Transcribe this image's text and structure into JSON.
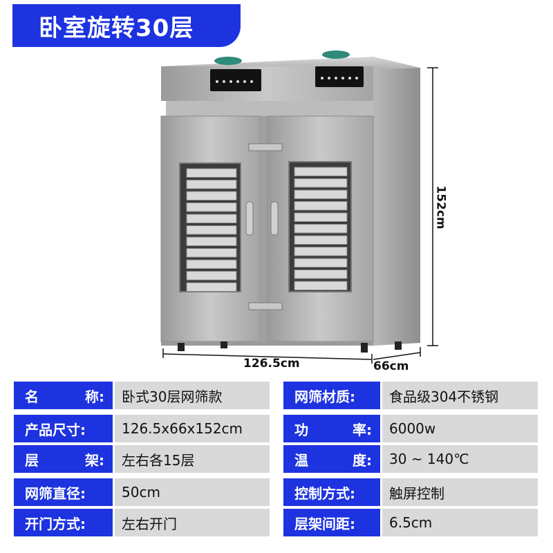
{
  "title": "卧室旋转30层",
  "dimensions": {
    "width": "126.5cm",
    "depth": "66cm",
    "height": "152cm"
  },
  "colors": {
    "accent": "#1d33e0",
    "value_bg": "#d9d9d9"
  },
  "specs_left": [
    {
      "label_a": "名",
      "label_b": "称:",
      "value": "卧式30层网筛款"
    },
    {
      "label": "产品尺寸:",
      "value": "126.5x66x152cm"
    },
    {
      "label_a": "层",
      "label_b": "架:",
      "value": "左右各15层"
    },
    {
      "label": "网筛直径:",
      "value": "50cm"
    },
    {
      "label": "开门方式:",
      "value": "左右开门"
    }
  ],
  "specs_right": [
    {
      "label": "网筛材质:",
      "value": "食品级304不锈钢"
    },
    {
      "label_a": "功",
      "label_b": "率:",
      "value": "6000w"
    },
    {
      "label_a": "温",
      "label_b": "度:",
      "value": "30 ~ 140℃"
    },
    {
      "label": "控制方式:",
      "value": "触屏控制"
    },
    {
      "label": "层架间距:",
      "value": "6.5cm"
    }
  ]
}
